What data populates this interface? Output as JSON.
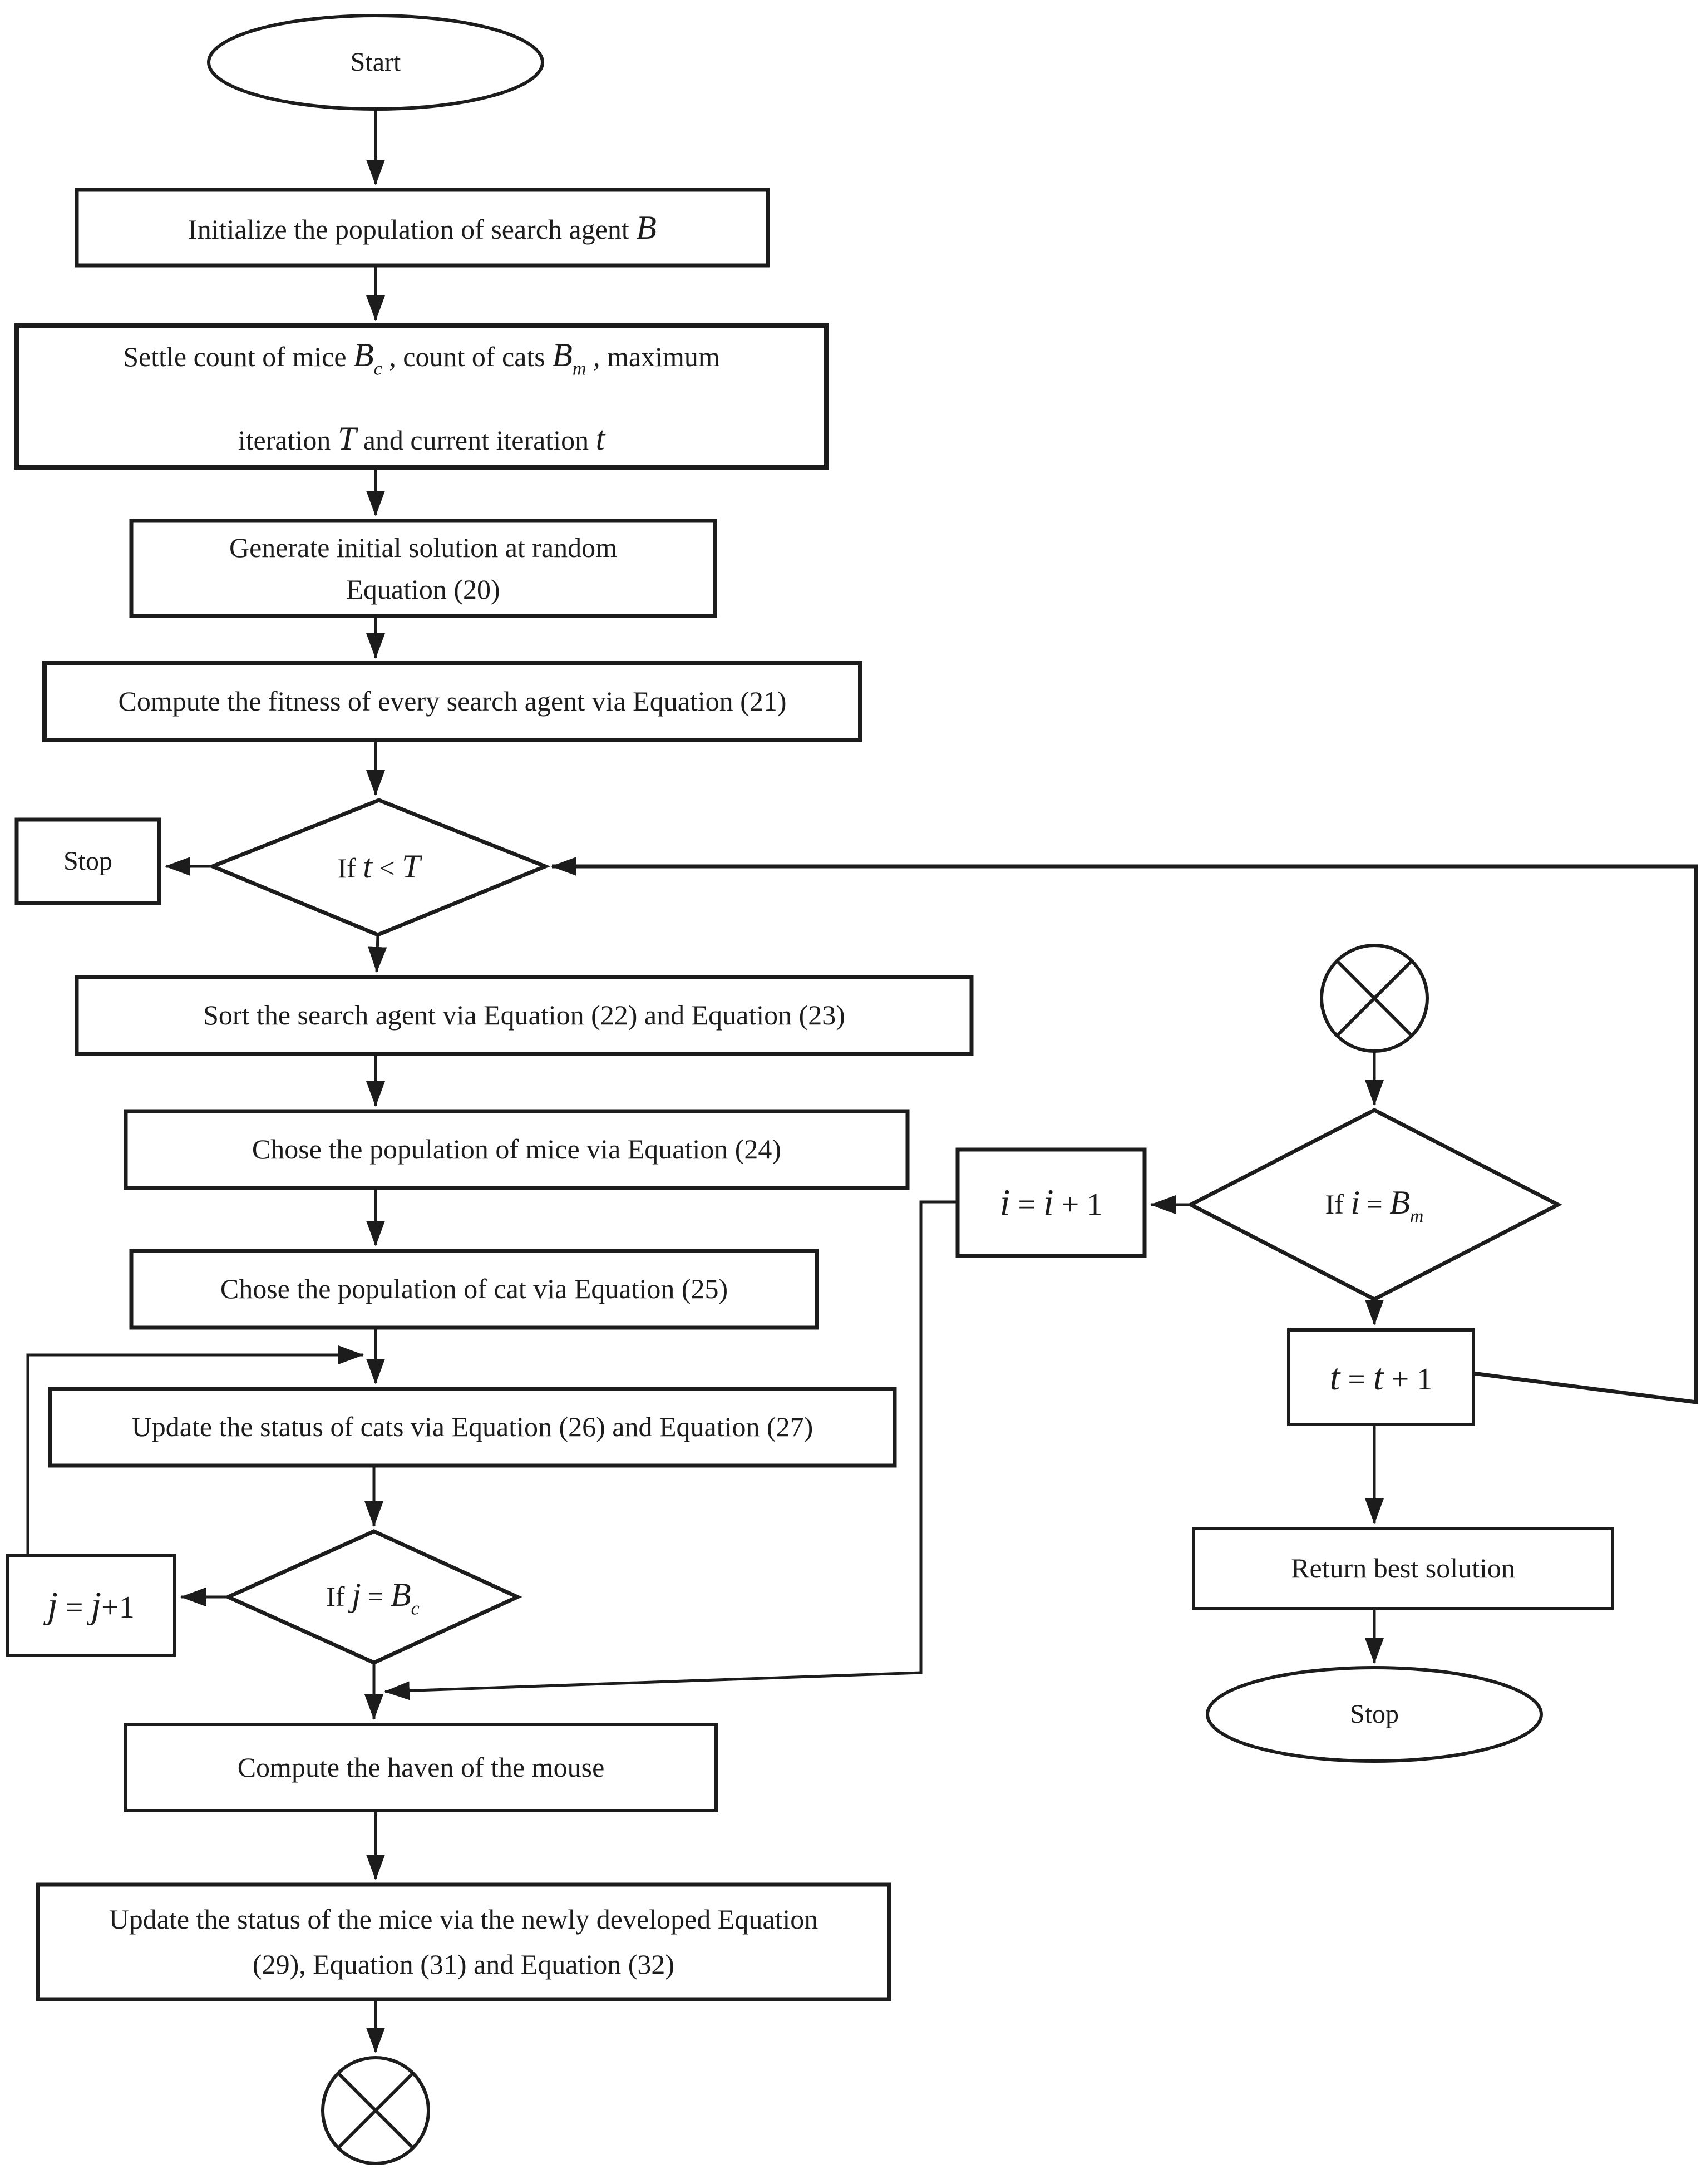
{
  "colors": {
    "ink": "#1c1c1c",
    "bg": "#ffffff"
  },
  "icons": {
    "left_connector": "crossed-circle-icon",
    "right_connector": "crossed-circle-icon"
  },
  "nodes": {
    "start": {
      "label": "Start"
    },
    "init": {
      "line": [
        {
          "t": "Initialize the population of search agent  "
        },
        {
          "t": "B",
          "i": true
        }
      ]
    },
    "settle": {
      "line1": [
        {
          "t": "Settle count of mice "
        },
        {
          "t": "B",
          "i": true
        },
        {
          "t": "c",
          "sub": true
        },
        {
          "t": " , count of cats "
        },
        {
          "t": "B",
          "i": true
        },
        {
          "t": "m",
          "sub": true
        },
        {
          "t": " , maximum"
        }
      ],
      "line2": [
        {
          "t": "iteration "
        },
        {
          "t": "T",
          "i": true
        },
        {
          "t": "  and current iteration "
        },
        {
          "t": "t",
          "i": true
        }
      ]
    },
    "generate": {
      "line1": "Generate initial solution at random",
      "line2": "Equation (20)"
    },
    "fitness": {
      "label": "Compute the fitness of every search agent via Equation (21)"
    },
    "if_t": {
      "line": [
        {
          "t": "If "
        },
        {
          "t": "t",
          "i": true
        },
        {
          "t": " < "
        },
        {
          "t": "T",
          "i": true
        }
      ]
    },
    "stop_left": {
      "label": "Stop"
    },
    "sort": {
      "label": "Sort the search agent via Equation (22) and Equation (23)"
    },
    "mice": {
      "label": "Chose the population of mice via Equation (24)"
    },
    "cat": {
      "label": "Chose the population of cat via Equation (25)"
    },
    "cats_update": {
      "label": "Update the status of cats via Equation (26) and Equation (27)"
    },
    "if_j": {
      "line": [
        {
          "t": "If "
        },
        {
          "t": "j",
          "i": true
        },
        {
          "t": " = "
        },
        {
          "t": "B",
          "i": true
        },
        {
          "t": "c",
          "sub": true
        }
      ]
    },
    "j_inc": {
      "line": [
        {
          "t": "j",
          "i": true
        },
        {
          "t": " = "
        },
        {
          "t": "j",
          "i": true
        },
        {
          "t": "+1"
        }
      ]
    },
    "haven": {
      "label": "Compute the haven of the mouse"
    },
    "mice_update": {
      "line1": "Update the status of the mice via the newly developed Equation",
      "line2": "(29), Equation (31) and Equation (32)"
    },
    "if_i": {
      "line": [
        {
          "t": "If "
        },
        {
          "t": "i",
          "i": true
        },
        {
          "t": " = "
        },
        {
          "t": "B",
          "i": true
        },
        {
          "t": "m",
          "sub": true
        }
      ]
    },
    "i_inc": {
      "line": [
        {
          "t": "i",
          "i": true
        },
        {
          "t": " = "
        },
        {
          "t": "i",
          "i": true
        },
        {
          "t": " + 1"
        }
      ]
    },
    "t_inc": {
      "line": [
        {
          "t": "t",
          "i": true
        },
        {
          "t": " = "
        },
        {
          "t": "t",
          "i": true
        },
        {
          "t": " + 1"
        }
      ]
    },
    "return_best": {
      "label": "Return best solution"
    },
    "stop_right": {
      "label": "Stop"
    }
  }
}
